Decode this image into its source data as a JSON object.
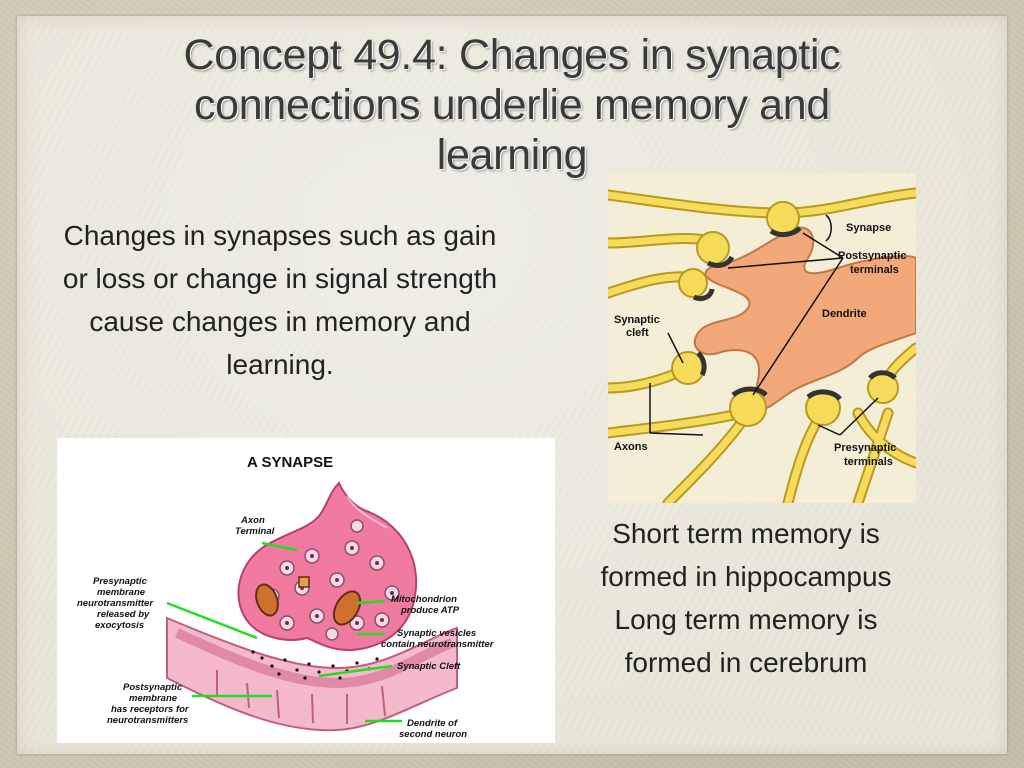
{
  "slide": {
    "title_lines": [
      "Concept 49.4: Changes in synaptic",
      "connections underlie memory and",
      "learning"
    ],
    "left_text": "Changes in synapses such as gain or loss or change in signal strength cause changes in memory and learning.",
    "right_text": "Short term memory is formed in hippocampus Long term memory is formed in cerebrum"
  },
  "synapse_figure": {
    "title": "A SYNAPSE",
    "labels": {
      "axon_terminal": [
        "Axon",
        "Terminal"
      ],
      "presynaptic": [
        "Presynaptic",
        "membrane",
        "neurotransmitter",
        "released by",
        "exocytosis"
      ],
      "mitochondrion": [
        "Mitochondrion",
        "produce ATP"
      ],
      "vesicles": [
        "Synaptic vesicles",
        "contain neurotransmitter"
      ],
      "cleft": [
        "Synaptic Cleft"
      ],
      "postsynaptic": [
        "Postsynaptic",
        "membrane",
        "has receptors for",
        "neurotransmitters"
      ],
      "dendrite": [
        "Dendrite of",
        "second neuron"
      ]
    }
  },
  "dendrite_figure": {
    "labels": {
      "synapse": [
        "Synapse"
      ],
      "postsynaptic": [
        "Postsynaptic",
        "terminals"
      ],
      "dendrite": [
        "Dendrite"
      ],
      "cleft": [
        "Synaptic",
        "cleft"
      ],
      "axons": [
        "Axons"
      ],
      "presynaptic": [
        "Presynaptic",
        "terminals"
      ]
    }
  },
  "colors": {
    "neuron_pink": "#f07aa0",
    "membrane_pink": "#e8a0b8",
    "pointer_green": "#22dd22",
    "dendrite_orange": "#f3a87a",
    "axon_yellow": "#f6dc5a"
  }
}
